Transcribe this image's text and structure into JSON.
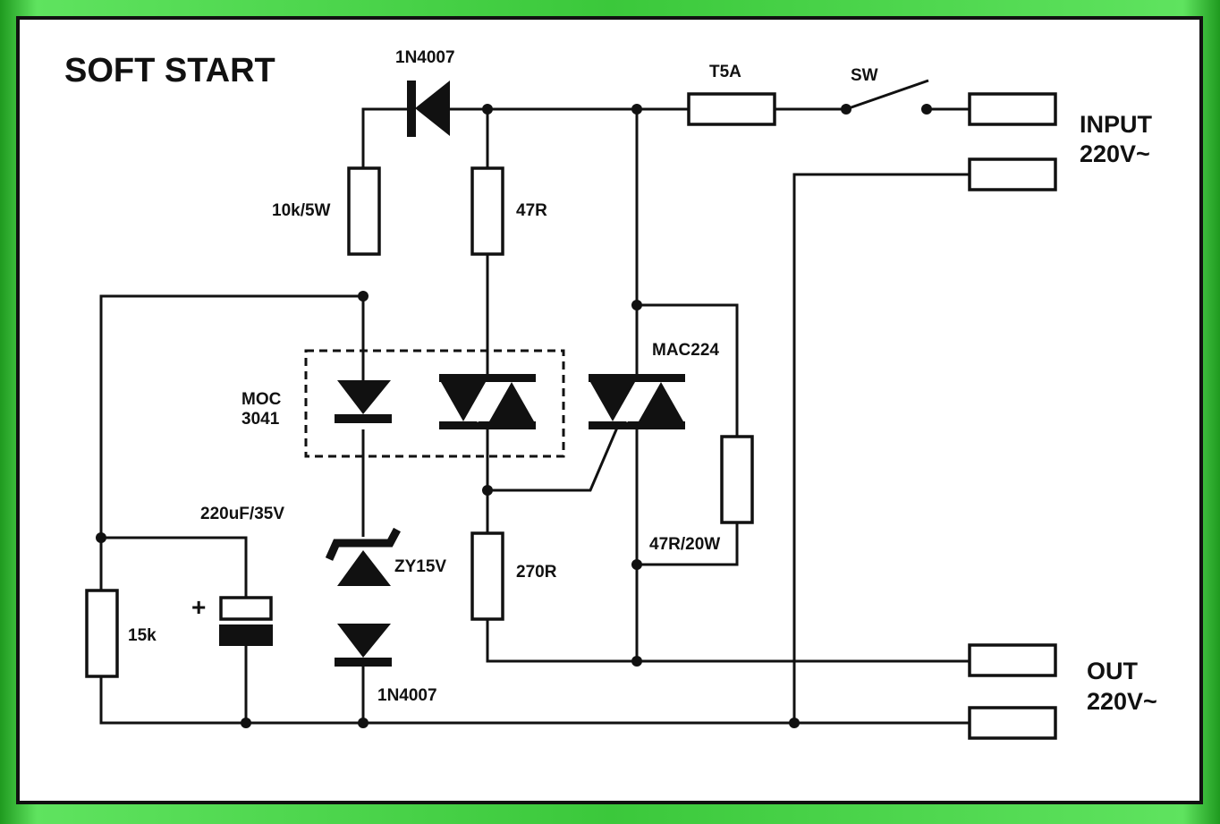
{
  "title": "SOFT START",
  "labels": {
    "diode_top": "1N4007",
    "fuse": "T5A",
    "switch": "SW",
    "input_line1": "INPUT",
    "input_line2": "220V~",
    "r_10k": "10k/5W",
    "r_47": "47R",
    "moc_line1": "MOC",
    "moc_line2": "3041",
    "triac": "MAC224",
    "cap": "220uF/35V",
    "zener": "ZY15V",
    "r_270": "270R",
    "r_47_20w": "47R/20W",
    "r_15k": "15k",
    "cap_plus": "+",
    "diode_bottom": "1N4007",
    "out_line1": "OUT",
    "out_line2": "220V~"
  },
  "colors": {
    "frame": "#3bc83b",
    "background": "#ffffff",
    "ink": "#111111"
  }
}
